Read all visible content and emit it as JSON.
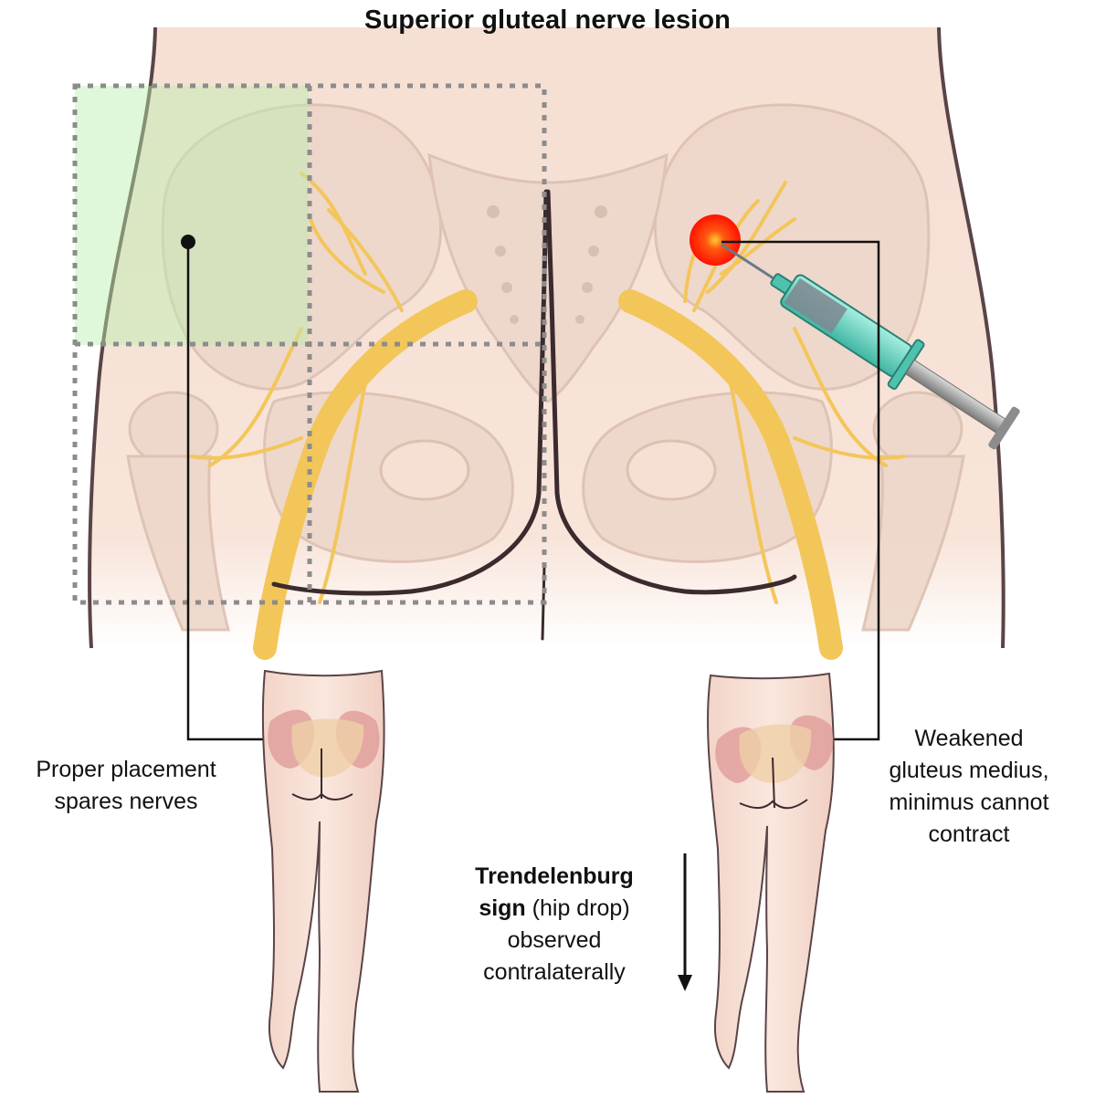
{
  "title": "Superior gluteal nerve lesion",
  "labels": {
    "proper_line1": "Proper placement",
    "proper_line2": "spares nerves",
    "weak_line1": "Weakened",
    "weak_line2": "gluteus medius,",
    "weak_line3": "minimus cannot",
    "weak_line4": "contract",
    "trend_bold_line1": "Trendelenburg",
    "trend_bold_line2": "sign",
    "trend_rest_line2": " (hip drop)",
    "trend_line3": "observed",
    "trend_line4": "contralaterally"
  },
  "colors": {
    "skin": "#f6dfd3",
    "skin_outline": "#5a4447",
    "bone": "#eed6c9",
    "nerve": "#f3c65a",
    "safe_zone": "#c8f2c0",
    "grid": "#8c8c8c",
    "lesion": "#ff1a00",
    "syringe_barrel": "#6fd6c4",
    "muscle": "#d98a8a"
  }
}
